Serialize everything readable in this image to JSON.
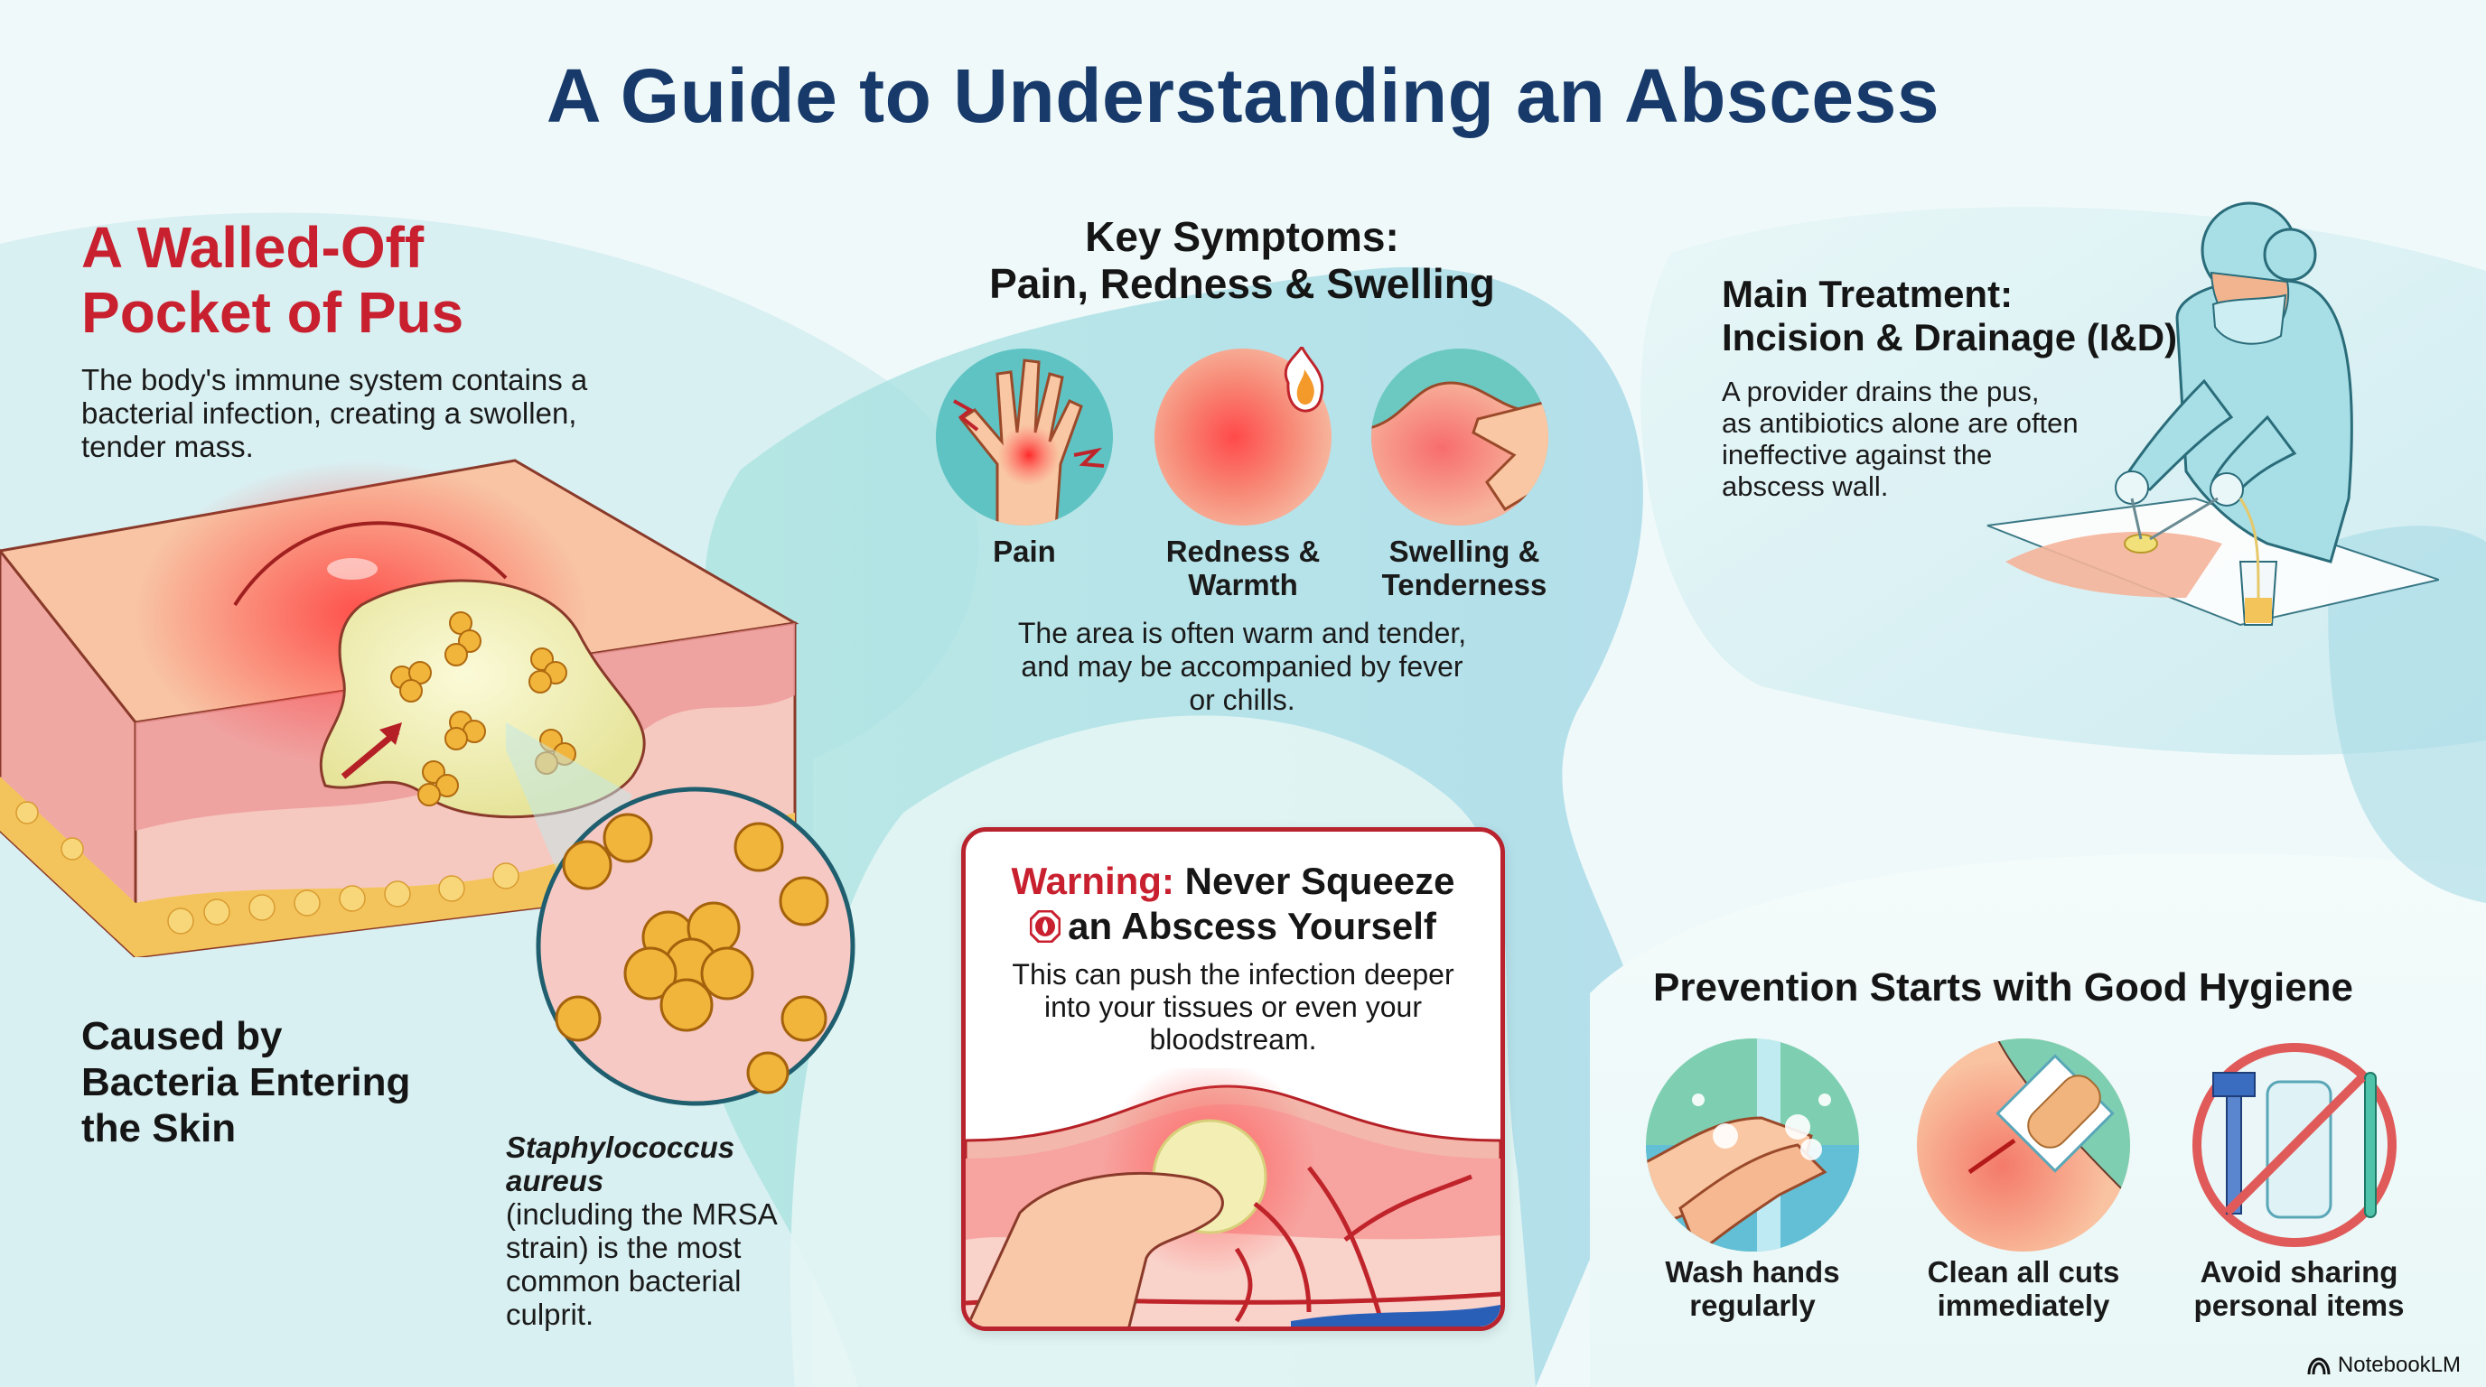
{
  "title": "A Guide to Understanding an Abscess",
  "colors": {
    "title": "#173a6a",
    "accent_red": "#c8202f",
    "background": "#eef8fa",
    "teal_blob": "#bfe8ec",
    "skin": "#f5b49a",
    "pus": "#f3efb4",
    "bacteria": "#f2b53b"
  },
  "definition": {
    "heading_line1": "A Walled-Off",
    "heading_line2": "Pocket of Pus",
    "body_line1": "The body's immune system contains a",
    "body_line2": "bacterial infection, creating a swollen,",
    "body_line3": "tender mass.",
    "illustration": "skin-cross-section-abscess"
  },
  "cause": {
    "heading_line1": "Caused by",
    "heading_line2": "Bacteria Entering",
    "heading_line3": "the Skin",
    "species_line1": "Staphylococcus",
    "species_line2": "aureus",
    "body_line1": "(including the MRSA",
    "body_line2": "strain) is the most",
    "body_line3": "common bacterial",
    "body_line4": "culprit.",
    "illustration": "bacteria-magnifier"
  },
  "symptoms": {
    "heading_line1": "Key Symptoms:",
    "heading_line2": "Pain, Redness & Swelling",
    "items": [
      {
        "icon": "painful-hand-icon",
        "label_line1": "Pain",
        "label_line2": ""
      },
      {
        "icon": "red-warm-skin-icon",
        "label_line1": "Redness &",
        "label_line2": "Warmth"
      },
      {
        "icon": "swelling-touch-icon",
        "label_line1": "Swelling &",
        "label_line2": "Tenderness"
      }
    ],
    "body_line1": "The area is often warm and tender,",
    "body_line2": "and may be accompanied by fever",
    "body_line3": "or chills."
  },
  "treatment": {
    "heading_line1": "Main Treatment:",
    "heading_line2": "Incision & Drainage (I&D)",
    "body_line1": "A provider drains the pus,",
    "body_line2": "as antibiotics alone are often",
    "body_line3": "ineffective against the",
    "body_line4": "abscess wall.",
    "illustration": "clinician-draining-abscess"
  },
  "warning": {
    "label": "Warning:",
    "heading_rest_line1": "Never Squeeze",
    "heading_line2": "an Abscess Yourself",
    "icon": "stop-sign-icon",
    "body_line1": "This can push the infection deeper",
    "body_line2": "into your tissues or even your",
    "body_line3": "bloodstream.",
    "illustration": "squeezing-abscess"
  },
  "prevention": {
    "heading": "Prevention Starts with Good Hygiene",
    "items": [
      {
        "icon": "hand-washing-icon",
        "label_line1": "Wash hands",
        "label_line2": "regularly"
      },
      {
        "icon": "bandage-cut-icon",
        "label_line1": "Clean all cuts",
        "label_line2": "immediately"
      },
      {
        "icon": "no-sharing-items-icon",
        "label_line1": "Avoid sharing",
        "label_line2": "personal items"
      }
    ]
  },
  "brand": {
    "icon": "notebooklm-logo-icon",
    "name": "NotebookLM"
  }
}
